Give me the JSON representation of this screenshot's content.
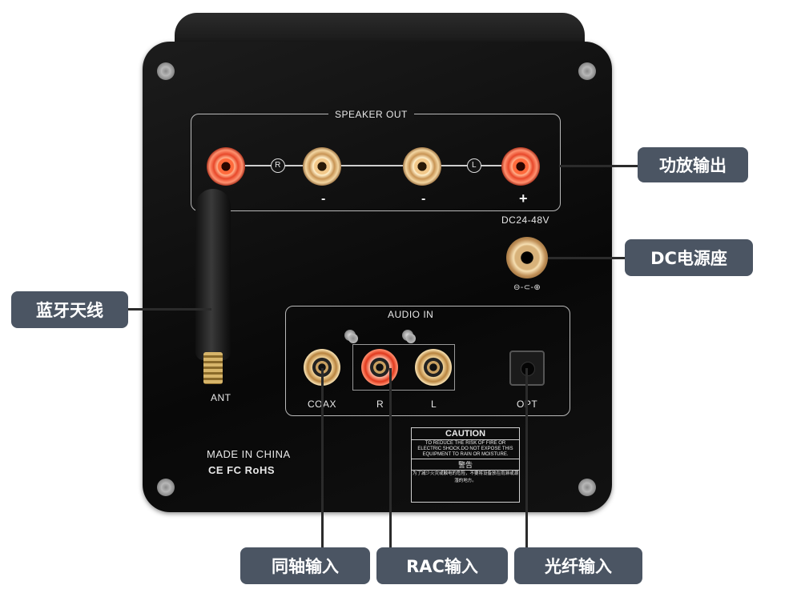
{
  "panel_labels": {
    "speaker_out": "SPEAKER OUT",
    "right_marker": "R",
    "left_marker": "L",
    "minus_a": "-",
    "minus_b": "-",
    "plus": "+",
    "dc_voltage": "DC24-48V",
    "dc_polarity": "⊖-⊂-⊕",
    "audio_in": "AUDIO IN",
    "coax": "COAX",
    "rca_r": "R",
    "rca_l": "L",
    "opt": "OPT",
    "ant": "ANT",
    "made_in": "MADE IN CHINA",
    "certs": "CE FC RoHS"
  },
  "caution": {
    "title": "CAUTION",
    "text": "TO REDUCE THE RISK OF FIRE OR ELECTRIC SHOCK.DO NOT EXPOSE THIS EQUIPMENT TO RAIN OR MOISTURE.",
    "title_cn": "警告",
    "text_cn": "为了减少火灾或触电的危险，不要将设备放在雨淋或潮湿的地方。"
  },
  "callouts": {
    "amp_output": "功放输出",
    "dc_power": "DC电源座",
    "bt_antenna": "蓝牙天线",
    "coax_input": "同轴输入",
    "rca_input": "RAC输入",
    "optical_input": "光纤输入"
  }
}
